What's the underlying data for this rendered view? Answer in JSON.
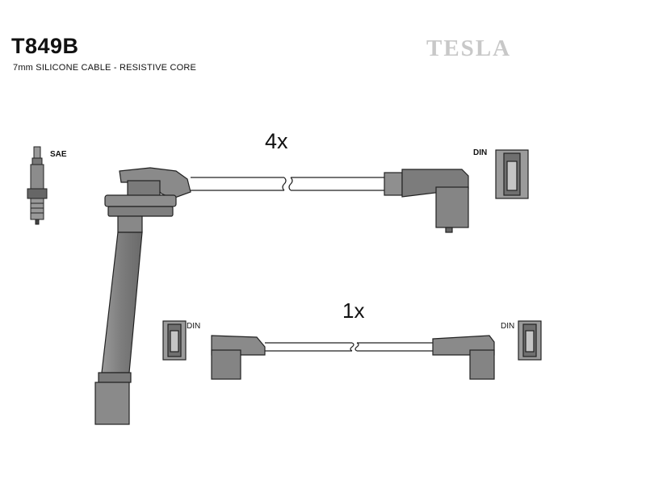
{
  "header": {
    "part_number": "T849B",
    "cable_description": "7mm SILICONE CABLE -  RESISTIVE CORE",
    "brand": "TESLA"
  },
  "quantities": {
    "long_lead": "4x",
    "short_lead": "1x"
  },
  "labels": {
    "sae": "SAE",
    "din_top": "DIN",
    "din_left": "DIN",
    "din_right": "DIN"
  },
  "colors": {
    "line": "#222222",
    "fill": "#8a8a8a",
    "fill_light": "#b8b8b8",
    "logo": "#c8c8c8"
  },
  "icons": [
    "spark-plug-icon",
    "din-terminal-icon",
    "coil-boot-icon",
    "angled-boot-icon"
  ]
}
